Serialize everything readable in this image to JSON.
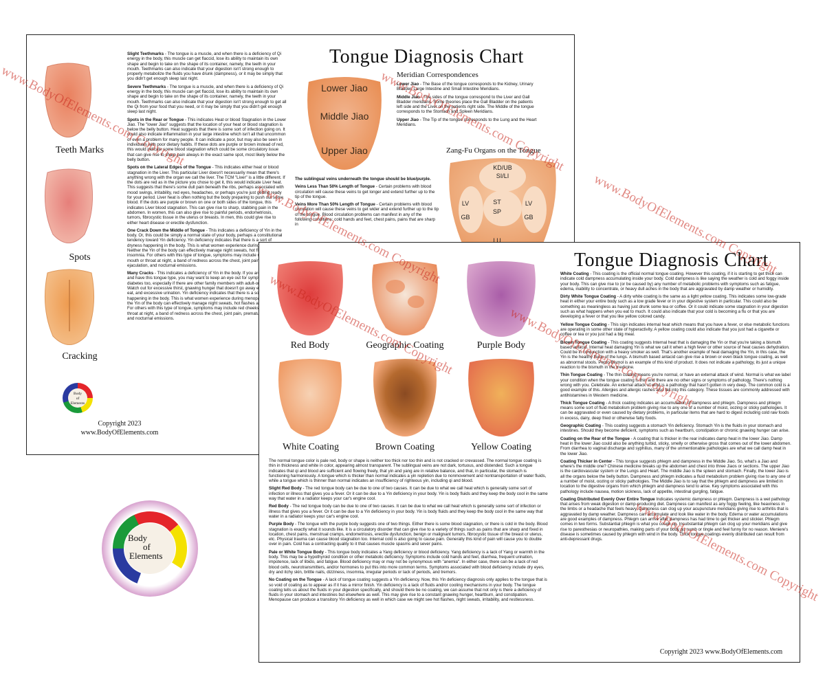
{
  "colors": {
    "accent_red": "#c8281e",
    "logo_red": "#e4252a",
    "logo_yellow": "#f4e100",
    "logo_green": "#1a9a3a",
    "logo_blue": "#2a3aa0",
    "tongue_pink": "#e89a86",
    "tongue_orange": "#e89a5c"
  },
  "back_sheet": {
    "title": "Tongue Diagnosis Chart",
    "tongue_labels": [
      "Teeth Marks",
      "Spots",
      "Cracking"
    ],
    "copyright": "Copyright 2023",
    "website": "www.BodyOfElements.com",
    "logo": {
      "line1": "Body",
      "line2": "of",
      "line3": "Elements"
    },
    "sections": [
      {
        "heading": "Slight Teethmarks",
        "body": " - The tongue is a muscle, and when there is a deficiency of Qi energy in the body, this muscle can get flaccid, lose its ability to maintain its own shape and begin to take on the shape of its container, namely, the teeth in your mouth. Teethmarks can also indicate that your digestion isn't strong enough to properly metabolize the fluids you have drunk (dampness), or it may be simply that you didn't get enough sleep last night."
      },
      {
        "heading": "Severe Teethmarks",
        "body": " - The tongue is a muscle, and when there is a deficiency of Qi energy in the body, this muscle can get flaccid, lose its ability to maintain its own shape and begin to take on the shape of its container, namely, the teeth in your mouth. Teethmarks can also indicate that your digestion isn't strong enough to get all the Qi from your food that you need, or it may be simply that you didn't get enough sleep last night."
      },
      {
        "heading": "Spots in the Rear or Tongue",
        "body": " - This indicates Heat or blood Stagnation in the Lower Jiao. The \"lower Jiao\" suggests that the location of your heat or blood stagnation is below the belly button. Heat suggests that there is some sort of infection going on. It could also indicate inflammation in your large intestine which isn't all that uncommon or even a problem for many people. It can indicate a poor, but may also be seen in individuals with poor dietary habits. If these dots are purple or brown instead of red, this would indicate some blood stagnation which could be some circulatory issue that can give rise to sharp pain always in the exact same spot, most likely below the belly button."
      },
      {
        "heading": "Spots on the Lateral Edges of the Tongue",
        "body": " - This indicates either heat or blood stagnation in the Liver. This particular Liver doesn't necessarily mean that there's anything wrong with the organ we call the liver. The TCM \"Liver\" is a little different. If the dots are red as in the picture you chose to get it, this would indicate Liver heat. This suggests that there's some dull pain beneath the ribs, perhaps associated with mood swings, irritability, red eyes, headaches, or perhaps you're just getting ready for your period. Liver heat is often nothing but the body preparing to push out some blood. If the dots are purple or brown on one or both sides of the tongue, this indicates Liver blood stagnation. This can give rise to sharp, stabbing pain in the abdomen. In women, this can also give rise to painful periods, endometriosis, tumors, fibrocystic tissue in the uterus or breasts. In men, this could give rise to either heart disease or erectile dysfunction."
      },
      {
        "heading": "One Crack Down the Middle of Tongue",
        "body": " - This indicates a deficiency of Yin in the body. Or, this could be simply a normal state of your body, perhaps a constitutional tendency toward Yin deficiency. Yin deficiency indicates that there is a sort of dryness happening in the body. This is what women experience during menopause. Neither the Yin of the body can effectively manage night sweats, hot flashes and insomnia. For others with this type of tongue, symptoms may include red cheeks, dry mouth or throat at night, a band of redness across the chest, joint pain, premature ejaculation, and nocturnal emissions."
      },
      {
        "heading": "Many Cracks",
        "body": " - This indicates a deficiency of Yin in the body. If you are overweight and have this tongue type, you may want to keep an eye out for symptoms of diabetes too, especially if there are other family members with adult-onset diabetes. Watch out for excessive thirst, gnawing hunger that doesn't go away even when you eat, and excessive urination. Yin deficiency indicates that there is a sort of dryness happening in the body. This is what women experience during menopause. Neither the Yin of the body can effectively manage night sweats, hot flashes and insomnia. For others with this type of tongue, symptoms may include red cheeks, dry mouth or throat at night, a band of redness across the chest, joint pain, premature ejaculation, and nocturnal emissions."
      }
    ],
    "meridian": {
      "heading": "Meridian Correspondences",
      "jiao_labels": [
        "Lower Jiao",
        "Middle Jiao",
        "Upper Jiao"
      ],
      "items": [
        {
          "heading": "Lower Jiao",
          "body": " - The Base of the tongue corresponds to the Kidney, Urinary Bladder, Large Intestine and Small Intestine Meridians."
        },
        {
          "heading": "Middle Jiao",
          "body": " - The sides of the tongue correspond to the Liver and Gall Bladder meridians. Some theories place the Gall Bladder on the patients left side and the Liver on the patients right side. The Middle of the tongue corresponds to the Stomach and Spleen Meridians."
        },
        {
          "heading": "Upper Jiao",
          "body": " - The Tip of the tongue corresponds to the Lung and the Heart Meridians."
        }
      ]
    },
    "zangfu": {
      "heading": "Zang-Fu Organs on the Tongue",
      "labels": {
        "kd": "KD/UB",
        "si": "SI/LI",
        "lv_left": "LV",
        "lv_right": "LV",
        "gb_left": "GB",
        "gb_right": "GB",
        "st": "ST",
        "sp": "SP",
        "lu": "LU"
      }
    },
    "veins": [
      {
        "heading": "The sublingual  veins underneath the tongue should be blue/purple.",
        "body": ""
      },
      {
        "heading": "Veins Less Than 50% Length of Tongue",
        "body": " - Certain problems with blood circulation will cause these veins to get longer and extend further up to the tip of the tongue."
      },
      {
        "heading": "Veins More Than 50% Length of Tongue",
        "body": " - Certain problems with blood circulation will cause these veins to get wider and extend further up to the tip of the tongue. Blood circulation problems can manifest in any of the following conditions: cold hands and feet, chest pains, pains that are sharp in"
      }
    ]
  },
  "front_sheet": {
    "title": "Tongue Diagnosis Chart",
    "tongue_labels": [
      "Red Body",
      "Geographic Coating",
      "Purple Body",
      "White Coating",
      "Brown Coating",
      "Yellow Coating"
    ],
    "copyright": "Copyright 2023 www.BodyOfElements.com",
    "intro": "The normal tongue color is pale red, body or shape is neither too thick nor too thin and is not cracked or crevassed. The normal tongue coating is thin in thickness and white in color, appearing almost transparent. The sublingual veins are not dark, tortuous, and distended. Such a tongue indicates that qi and blood are sufficient and flowing freely, that yin and yang are in relative balance, and that, in particular, the stomach is functioning harmoniously. A tongue which is thicker than normal indicates a yin repletion due to nonmovement and nontransportation of water fluids, while a tongue which is thinner than normal indicates an insufficiency of righteous yin, including qi and blood.",
    "left_sections": [
      {
        "heading": "Slight Red Body",
        "body": " - The red tongue body can be due to one of two causes. It can be due to what we call heat which is generally some sort of infection or illness that gives you a fever. Or it can be due to a Yin deficiency in your body. Yin is body fluids and they keep the body cool in the same way that water in a radiator keeps your car's engine cool."
      },
      {
        "heading": "Red Body",
        "body": " - The red tongue body can be due to one of two causes. It can be due to what we call heat which is generally some sort of infection or illness that gives you a fever. Or it can be due to a Yin deficiency in your body. Yin is body fluids and they keep the body cool in the same way that water in a radiator keeps your car's engine cool."
      },
      {
        "heading": "Purple Body",
        "body": " - The tongue with the purple body suggests one of two things. Either there is some blood stagnation, or there is cold in the body. Blood stagnation is exactly what it sounds like. It is a circulatory disorder that can give rise to a variety of things such as pains that are sharp and fixed in location, chest pains, menstrual cramps, endometriosis, erectile dysfunction, benign or malignant tumors, fibrocystic tissue of the breast or uterus, etc. Physical trauma can cause blood stagnation too. Internal cold is also going to cause pain. Generally this kind of pain will cause you to double over in pain. Cold has a contracting quality to it that causes muscle spasms and sever pains."
      },
      {
        "heading": "Pale or White Tongue Body",
        "body": " - This tongue body indicates a Yang deficiency or blood deficiency. Yang deficiency is a lack of Yang or warmth in the body. This may be a hypothyroid condition or other metabolic deficiency. Symptoms include cold hands and feet, diarrhea, frequent urination, impotence, lack of libido, and fatigue. Blood deficiency may or may not be synonymous with \"anemia\". In either case, there can be a lack of red blood cells, neurotransmitters, and/or hormones to put this into more common terms. Symptoms associated with blood deficiency include dry eyes, dry and itchy skin, brittle nails, dizziness, insomnia, irregular periods or lack of periods, and tremors."
      },
      {
        "heading": "No Coating on the Tongue",
        "body": " - A lack of tongue coating suggests a Yin deficiency. Now, this Yin deficiency diagnosis only applies to the tongue that is so void of coating as to appear as if it has a mirror finish. Yin deficiency is a lack of fluids and/or cooling mechanisms in your body. The tongue coating tells us about the fluids in your digestion specifically, and should there be no coating, we can assume that not only is there a deficiency of fluids in your stomach and intestines but elsewhere as well. This may give rise to a constant gnawing hunger, heartburn, and constipation. Menopause can produce a transitory Yin deficiency as well in which case we might see hot flashes, night sweats, irritability, and restlessness."
      }
    ],
    "right_sections": [
      {
        "heading": "White Coating",
        "body": " - This coating is the official normal tongue coating. However this coating, if it is starting to get thick can indicate cold dampness accumulating inside your body. Cold dampness is like saying the weather is cold and foggy inside your body. This can give rise to (or be caused by) any number of metabolic problems with symptoms such as fatigue, edema, inability to concentrate, or heavy dull aches in the body that are aggravated by damp weather or humidity."
      },
      {
        "heading": "Dirty White Tongue Coating",
        "body": " - A dirty white coating is the same as a light yellow coating. This indicates some low-grade heat in either your entire body such as a low grade fever or in your digestive system in particular. This could also be something as meaningless as having just drunk some tea or coffee. Or it could indicate some stagnation in your digestion such as what happens when you eat to much. It could also indicate that your cold is becoming a flu or that you are developing a fever or that you like yellow colored candy."
      },
      {
        "heading": "Yellow Tongue Coating",
        "body": " - This sign indicates internal heat which means that you have a fever, or else metabolic functions are operating in some other state of hyperactivity. A yellow coating could also indicate that you just had a cigarette or coffee or tea or you just had a big meal."
      },
      {
        "heading": "Brown Tongue Coating",
        "body": " - This coating suggests Internal heat that is damaging the Yin or that you're taking a bismuth based antacid. Internal heat damaging Yin is what we call it when a high fever or other source of heat causes dehydration. Could be  in conjunction with a heavy smoker as well. That's another example of heat damaging the Yin, in this case, the Yin is the healthy fluids of the lungs. A bismuth based antacid can give rise a brown or even black tongue coating, as well as abnormal stools. Pepto-Bismol is an example of this kind of product. It does not indicate a pathology, its just a unique reaction to the bismuth in the medicine."
      },
      {
        "heading": "Thin Tongue Coating",
        "body": " - The thin coating means you're normal, or have an external attack of wind. Normal is what we label your condition when the tongue coating is thin and there are no other signs or symptoms of pathology. There's nothing wrong with you. Celebrate. An external attack of wind is a pathology that hasn't gotten in very deep. The common cold is a good example of this. Allergies and allergic rashes also fall into this category. These tissues are commonly addressed with antihistamines in Western medicine."
      },
      {
        "heading": "Thick Tongue Coating",
        "body": " - A thick coating indicates an accumulation of dampness and phlegm. Dampness and phlegm means some sort of fluid metabolism problem giving rise to any one of a number of moist, oozing or sticky pathologies. It can be aggravated or even caused by dietary problems, in particular items that are hard to digest including cold raw foods in excess, dairy, deep fried or otherwise fatty foods."
      },
      {
        "heading": "Geographic Coating",
        "body": " - This coating suggests a stomach Yin deficiency. Stomach Yin is the fluids in your stomach and intestines. Should they become deficient, symptoms such as heartburn, constipation or chronic gnawing hunger can arise."
      },
      {
        "heading": "Coating on the Rear of the Tongue",
        "body": " - A coating that is thicker in the rear indicates damp heat in the lower Jiao. Damp heat in the lower Jiao could also be anything turbid, sticky, smelly or otherwise gross that comes out of the lower abdomen. From diarrhea to vaginal discharge and syphilius, many of the unmentionable pathologies are what we call damp heat in the lower Jiao."
      },
      {
        "heading": "Coating Thicker in Center",
        "body": " - This tongue suggests phlegm and dampness in the Middle Jiao. So, what's a Jiao and where's the middle one? Chinese medicine breaks up the abdomen and chest into three Jiaos or sections. The upper Jiao is the cardiovascular system or the Lungs and Heart. The middle Jiao is the spleen and stomach. Finally, the lower Jiao is all the organs below the belly button. Dampness and phlegm indicates a fluid metabolism problem giving rise to any one of a number of moist, oozing or sticky pathologies. The Middle Jiao is to say that the phlegm and dampness are limited in location to the digestive organs from which phlegm and dampness tend to arise. Key symptoms associated with this pathology include nausea, motion sickness, lack of appetite, intestinal gurgling, fatigue."
      },
      {
        "heading": "Coating Distributed Evenly Over Entire Tongue",
        "body": " Indicates systemic dampness or phlegm. Dampness is a wet pathology that arises from weak digestion or damp-producing diet. Dampness can manifest as any foggy feeling, like heaviness in the limbs or a headache that feels heavy. Dampness can clog up your acupuncture meridians giving rise to arthritis that is aggravated by damp weather. Dampness can accumulate and look like water in the body. Edema or water accumulations are good examples of dampness. Phlegm can arrive after dampness has had time to get thicker and stickier. Phlegm comes in two forms. Substantial phlegm is what you cough up. Insubstantial phlegm can clog up your meridians and give rise to paresthesias or neuropathies, making parts of your body go numb or tingle and feel funny for no reason. Meniere's disease is sometimes caused by phlegm with wind in the body. Thick tongue coatings evenly distributed can result from anti-depressant drugs."
      }
    ]
  },
  "large_logo": {
    "line1": "Body",
    "line2": "of",
    "line3": "Elements"
  },
  "watermark": "www.BodyOfElements.com Copyright"
}
